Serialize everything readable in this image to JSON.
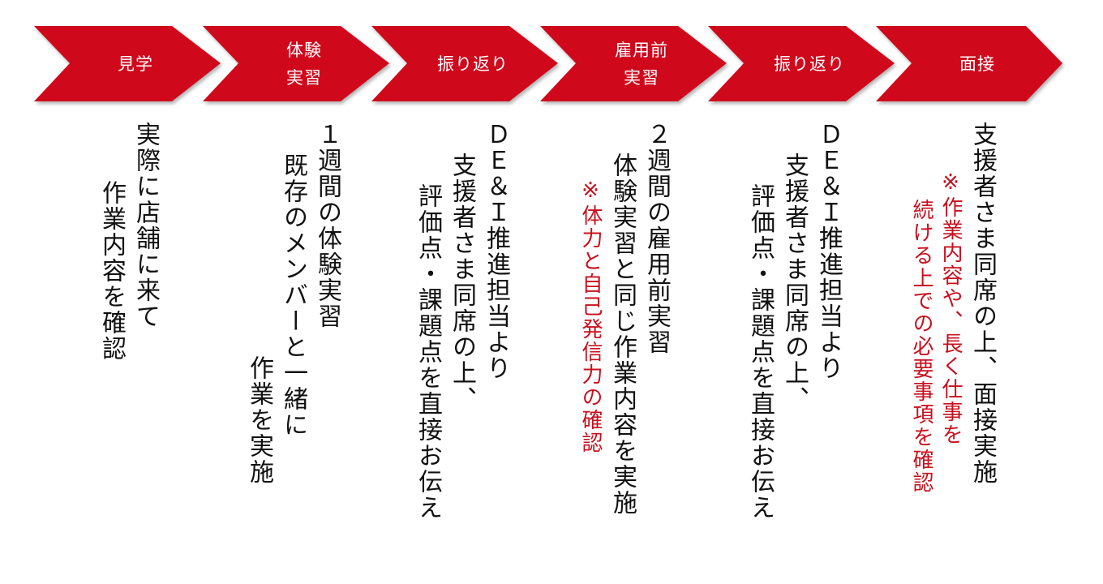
{
  "colors": {
    "chevron": "#d0081c",
    "text": "#111111",
    "note": "#c8101e"
  },
  "steps": [
    {
      "label": [
        "見学"
      ],
      "lines": [
        {
          "text": "実際に店舗に来て",
          "offset": 0,
          "note": false
        },
        {
          "text": "作業内容を確認",
          "offset": 70,
          "note": false
        }
      ]
    },
    {
      "label": [
        "体験",
        "実習"
      ],
      "lines": [
        {
          "text": "１週間の体験実習",
          "offset": 0,
          "note": false
        },
        {
          "text": "既存のメンバーと一緒に",
          "offset": 38,
          "note": false
        },
        {
          "text": "作業を実施",
          "offset": 285,
          "note": false
        }
      ]
    },
    {
      "label": [
        "振り返り"
      ],
      "lines": [
        {
          "text": "ＤＥ＆Ｉ推進担当より",
          "offset": 0,
          "note": false
        },
        {
          "text": "支援者さま同席の上、",
          "offset": 38,
          "note": false
        },
        {
          "text": "評価点・課題点を直接お伝え",
          "offset": 76,
          "note": false
        }
      ]
    },
    {
      "label": [
        "雇用前",
        "実習"
      ],
      "lines": [
        {
          "text": "２週間の雇用前実習",
          "offset": 0,
          "note": false
        },
        {
          "text": "体験実習と同じ作業内容を実施",
          "offset": 38,
          "note": false
        },
        {
          "text": "※体力と自己発信力の確認",
          "offset": 76,
          "note": true
        }
      ]
    },
    {
      "label": [
        "振り返り"
      ],
      "lines": [
        {
          "text": "ＤＥ＆Ｉ推進担当より",
          "offset": 0,
          "note": false
        },
        {
          "text": "支援者さま同席の上、",
          "offset": 38,
          "note": false
        },
        {
          "text": "評価点・課題点を直接お伝え",
          "offset": 76,
          "note": false
        }
      ]
    },
    {
      "label": [
        "面接"
      ],
      "lines": [
        {
          "text": "支援者さま同席の上、面接実施",
          "offset": 0,
          "note": false
        },
        {
          "text": "※作業内容や、長く仕事を",
          "offset": 60,
          "note": true
        },
        {
          "text": "続ける上での必要事項を確認",
          "offset": 60,
          "note": true
        }
      ]
    }
  ]
}
